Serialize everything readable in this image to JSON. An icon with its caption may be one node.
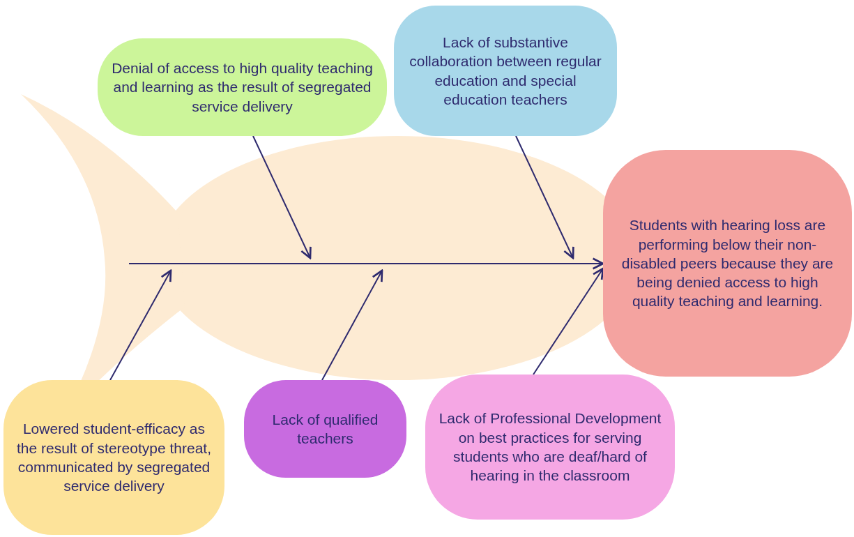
{
  "diagram": {
    "nodes": [
      {
        "text": [
          "Denial of access to high quality teaching and learning as the result of segregated service delivery"
        ]
      },
      {
        "text": [
          "Lack of substantive collaboration between regular education and special education teachers"
        ]
      },
      {
        "text": [
          "Students with hearing loss are performing below their non-disabled peers because they are being denied access to high quality teaching and learning."
        ]
      },
      {
        "text": [
          "Lowered student-efficacy as the result of stereotype threat, communicated by segregated service delivery"
        ]
      },
      {
        "text": [
          "Lack of qualified teachers"
        ]
      },
      {
        "text": [
          "Lack of Professional Development on best practices for serving students who are deaf/hard of hearing in the classroom"
        ]
      }
    ],
    "edges": [
      {
        "from": null,
        "to": 2,
        "arrow": "to"
      },
      {
        "from": 0,
        "to": null,
        "arrow": "to"
      },
      {
        "from": 1,
        "to": null,
        "arrow": "to"
      },
      {
        "from": 3,
        "to": null,
        "arrow": "to"
      },
      {
        "from": 4,
        "to": null,
        "arrow": "to"
      },
      {
        "from": 5,
        "to": 2,
        "arrow": "to"
      }
    ]
  }
}
